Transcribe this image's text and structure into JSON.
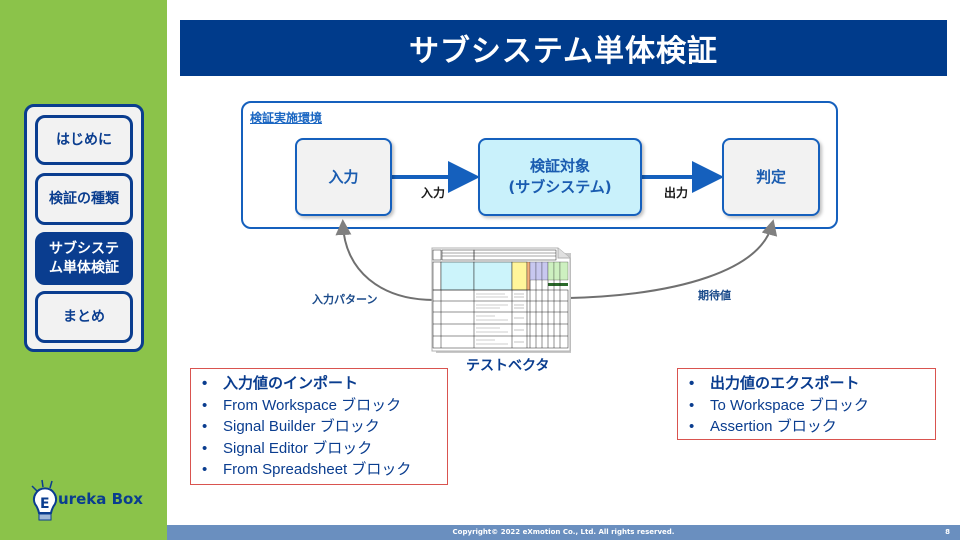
{
  "title": "サブシステム単体検証",
  "sidebar": {
    "items": [
      {
        "label": "はじめに",
        "active": false
      },
      {
        "label": "検証の種類",
        "active": false
      },
      {
        "label": "サブシステム単体検証",
        "active": true
      },
      {
        "label": "まとめ",
        "active": false
      }
    ],
    "logo": {
      "text": "ureka Box",
      "initial": "E"
    }
  },
  "diagram": {
    "env_label": "検証実施環境",
    "blocks": {
      "input": "入力",
      "target_line1": "検証対象",
      "target_line2": "(サブシステム)",
      "judge": "判定"
    },
    "arrows": {
      "input_to_target": "入力",
      "target_to_judge": "出力"
    },
    "input_pattern_label": "入力パターン",
    "expected_label": "期待値",
    "test_vector_label": "テストベクタ"
  },
  "import_list": {
    "items": [
      {
        "text": "入力値のインポート",
        "heading": true
      },
      {
        "text": "From Workspace ブロック",
        "heading": false
      },
      {
        "text": "Signal Builder ブロック",
        "heading": false
      },
      {
        "text": "Signal Editor ブロック",
        "heading": false
      },
      {
        "text": "From Spreadsheet ブロック",
        "heading": false
      }
    ]
  },
  "export_list": {
    "items": [
      {
        "text": "出力値のエクスポート",
        "heading": true
      },
      {
        "text": "To Workspace ブロック",
        "heading": false
      },
      {
        "text": "Assertion ブロック",
        "heading": false
      }
    ]
  },
  "footer": {
    "copyright": "Copyright© 2022 eXmotion Co., Ltd. All rights reserved.",
    "page_number": "8"
  },
  "colors": {
    "sidebar_bg": "#8bc34a",
    "primary_navy": "#0a3d8f",
    "title_bar": "#003b8b",
    "flow_blue": "#1560bd",
    "target_fill": "#c9f1fb",
    "list_border": "#d9534f",
    "footer_bg": "#6a8fbf"
  }
}
